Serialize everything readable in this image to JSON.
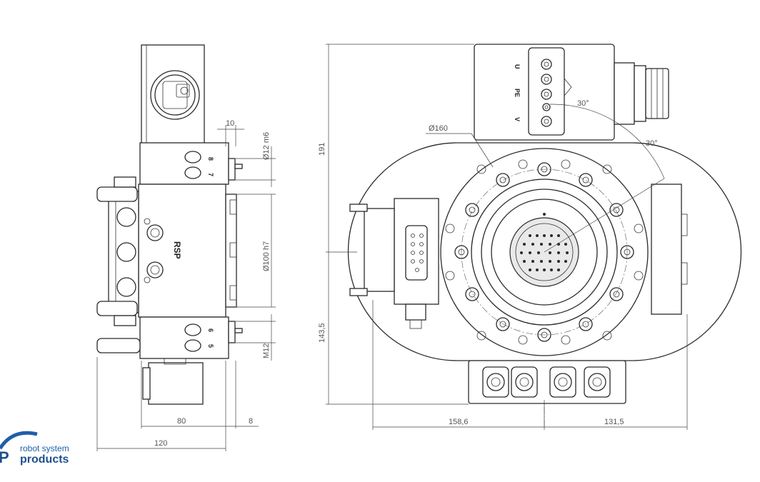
{
  "drawing": {
    "dimensions": {
      "d10": "10",
      "d12m6": "Ø12 m6",
      "d100h7": "Ø100 h7",
      "m12": "M12",
      "d80": "80",
      "d8": "8",
      "d120": "120",
      "d191": "191",
      "d143_5": "143,5",
      "d158_6": "158,6",
      "d131_5": "131,5",
      "d160": "Ø160",
      "angle1": "30°",
      "angle2": "30°"
    },
    "labels": {
      "rsp": "RSP",
      "port8": "8",
      "port7": "7",
      "port6": "6",
      "port5": "5",
      "conn_u": "U",
      "conn_pe": "PE",
      "conn_v": "V"
    }
  },
  "brand": {
    "tagline": "robot system",
    "name": "products",
    "colors": {
      "primary": "#1f4f8f",
      "accent": "#1f5fa8"
    }
  }
}
